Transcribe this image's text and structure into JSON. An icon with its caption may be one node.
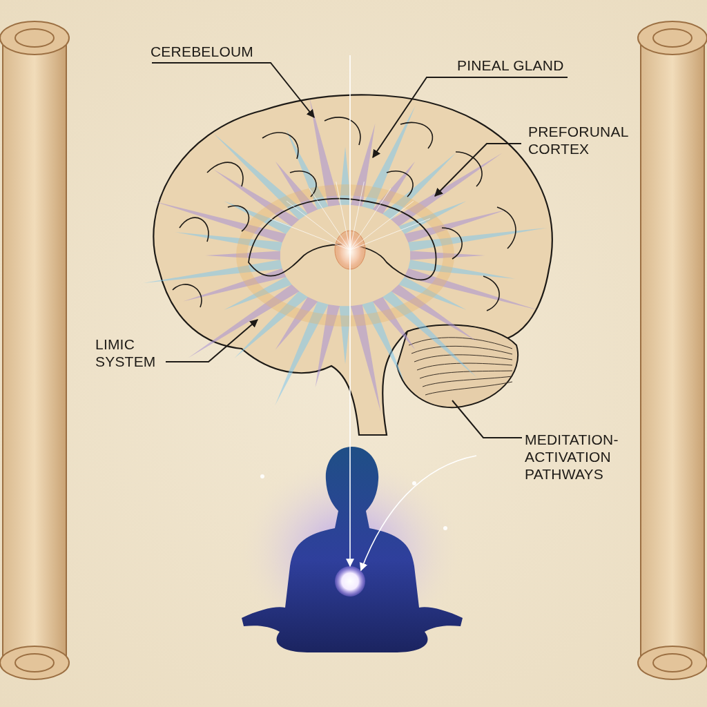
{
  "diagram": {
    "nodes": [
      {
        "text": [
          "CEREBELOUM"
        ]
      },
      {
        "text": [
          "PINEAL GLAND"
        ]
      },
      {
        "text": [
          "PREFORUNAL CORTEX"
        ]
      },
      {
        "text": [
          "LIMIC SYSTEM"
        ]
      },
      {
        "text": [
          "MEDITATION-ACTIVATION PATHWAYS"
        ]
      },
      {
        "text": [],
        "shape": "person"
      },
      {
        "text": [],
        "shape": "circle",
        "in": 5
      }
    ],
    "edges": [
      {
        "from": 0,
        "to": null,
        "arrow": "to"
      },
      {
        "from": 1,
        "to": null,
        "arrow": "to"
      },
      {
        "from": 2,
        "to": null,
        "arrow": "to"
      },
      {
        "from": 3,
        "to": null,
        "arrow": "to"
      },
      {
        "from": 4,
        "to": null,
        "arrow": "none"
      },
      {
        "from": null,
        "to": 6,
        "arrow": "to",
        "color": "#ffffff"
      },
      {
        "from": null,
        "to": 6,
        "arrow": "to",
        "color": "#ffffff"
      }
    ]
  }
}
